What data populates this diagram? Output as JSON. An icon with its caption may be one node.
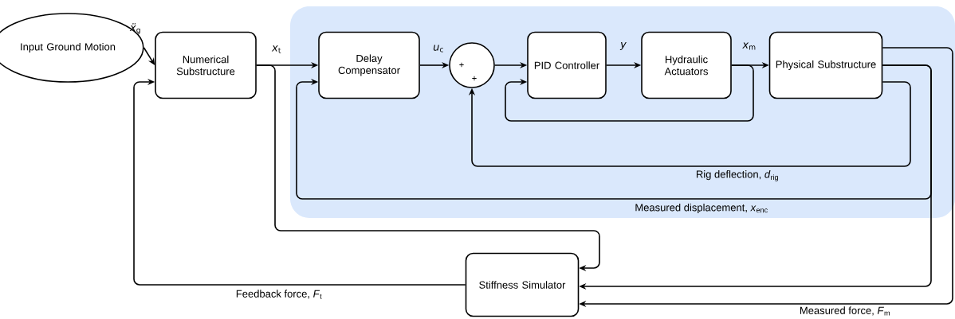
{
  "diagram": {
    "nodes": [
      {
        "text": [
          "Input Ground Motion"
        ]
      },
      {
        "text": [
          "Numerical Substructure"
        ]
      },
      {
        "text": [
          "Delay Compensator"
        ]
      },
      {
        "text": [
          "+",
          "+"
        ]
      },
      {
        "text": [
          "PID Controller"
        ]
      },
      {
        "text": [
          "Hydraulic Actuators"
        ]
      },
      {
        "text": [
          "Physical Substructure"
        ]
      },
      {
        "text": [
          "Stiffness Simulator"
        ]
      }
    ],
    "edges": [
      {
        "from": 0,
        "to": 1,
        "arrow": "to",
        "label": "*ẍ*$_{g}$"
      },
      {
        "from": 1,
        "to": 2,
        "arrow": "to",
        "label": "*x*$_{t}$"
      },
      {
        "from": 1,
        "to": 7,
        "arrow": "to"
      },
      {
        "from": 2,
        "to": 3,
        "arrow": "to",
        "label": "*u*$_{c}$"
      },
      {
        "from": 3,
        "to": 4,
        "arrow": "to"
      },
      {
        "from": 4,
        "to": 5,
        "arrow": "to",
        "label": "*y*"
      },
      {
        "from": 5,
        "to": 6,
        "arrow": "to",
        "label": "*x*$_{m}$"
      },
      {
        "from": 5,
        "to": 4,
        "arrow": "to"
      },
      {
        "from": 6,
        "to": 3,
        "arrow": "to",
        "label": "Rig deflection, *d*$_{rig}$"
      },
      {
        "from": 6,
        "to": 2,
        "arrow": "to",
        "label": "Measured displacement, *x*$_{enc}$"
      },
      {
        "from": 6,
        "to": 7,
        "arrow": "to"
      },
      {
        "from": 6,
        "to": 7,
        "arrow": "to",
        "label": "Measured force, *F*$_{m}$"
      },
      {
        "from": 7,
        "to": 1,
        "arrow": "to",
        "label": "Feedback force, *F*$_{t}$"
      }
    ]
  }
}
